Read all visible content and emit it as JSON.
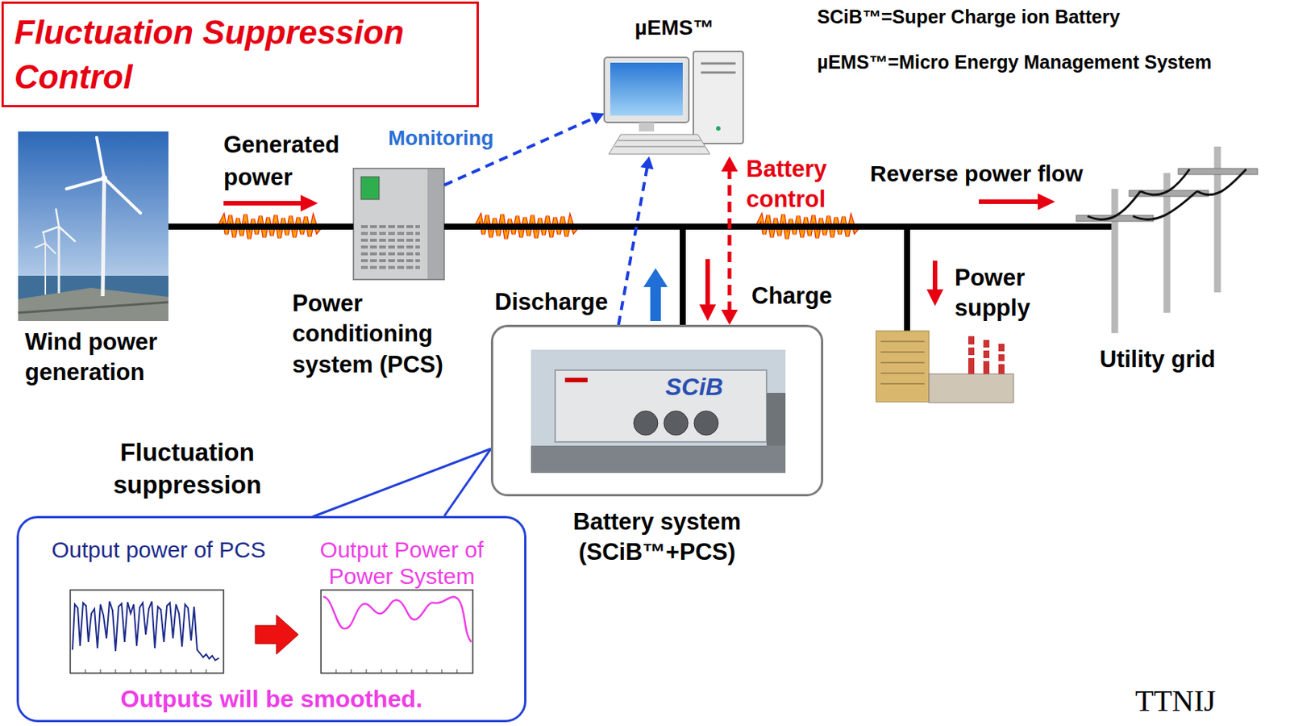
{
  "diagram": {
    "title": "Fluctuation Suppression Control",
    "nodes": [
      {
        "text": [
          "Wind power generation"
        ]
      },
      {
        "text": [
          "Power conditioning system (PCS)"
        ]
      },
      {
        "text": [
          "µEMS™"
        ]
      },
      {
        "text": [
          "Battery system (SCiB™+PCS)",
          "SCiB"
        ]
      },
      {
        "text": [
          "Utility grid"
        ]
      },
      {
        "text": [
          "Fluctuation suppression",
          "Output power of PCS",
          "Output Power of Power System",
          "Outputs will be smoothed."
        ]
      }
    ],
    "edges": [
      {
        "from": 0,
        "to": 1,
        "arrow": "none"
      },
      {
        "from": 1,
        "to": 4,
        "arrow": "none"
      },
      {
        "from": 1,
        "to": 2,
        "label": "Monitoring",
        "arrow": "to"
      },
      {
        "from": 3,
        "to": 2,
        "arrow": "to"
      },
      {
        "from": 2,
        "to": 3,
        "label": "Battery control",
        "arrow": "both"
      },
      {
        "from": 5,
        "to": 3,
        "arrow": "none"
      }
    ],
    "labels": [
      "SCiB™=Super Charge ion Battery",
      "µEMS™=Micro Energy Management System",
      "Generated power",
      "Discharge",
      "Charge",
      "Reverse power flow",
      "Power supply",
      "TTNIJ"
    ]
  }
}
